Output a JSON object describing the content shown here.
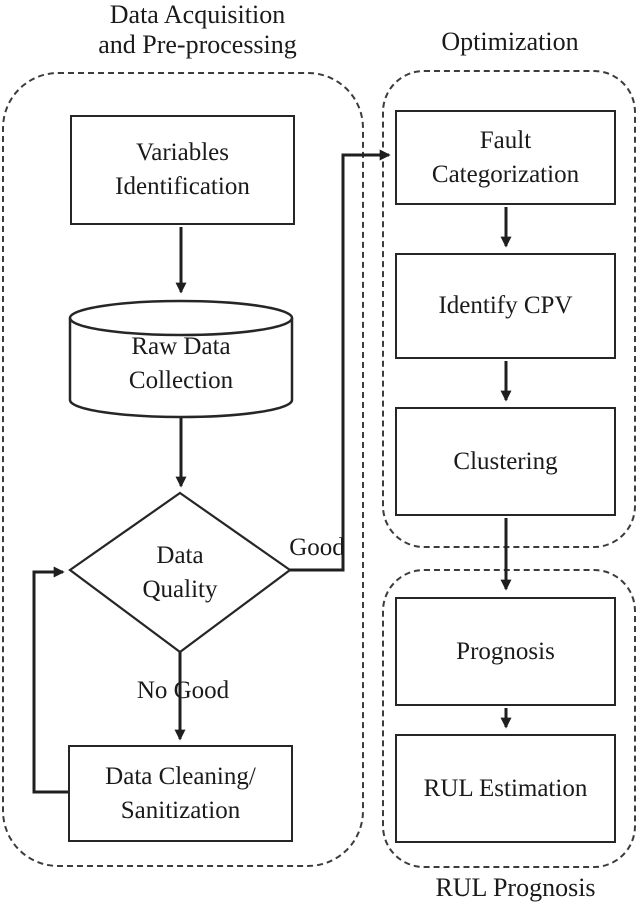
{
  "diagram": {
    "groups": {
      "preprocessing": {
        "title": "Data Acquisition\nand Pre-processing"
      },
      "optimization": {
        "title": "Optimization"
      },
      "rul_prognosis": {
        "title": "RUL Prognosis"
      }
    },
    "nodes": {
      "variables_identification": {
        "label": "Variables\nIdentification",
        "shape": "rect"
      },
      "raw_data_collection": {
        "label": "Raw Data\nCollection",
        "shape": "cylinder"
      },
      "data_quality": {
        "label": "Data\nQuality",
        "shape": "diamond"
      },
      "data_cleaning": {
        "label": "Data Cleaning/\nSanitization",
        "shape": "rect"
      },
      "fault_categorization": {
        "label": "Fault\nCategorization",
        "shape": "rect"
      },
      "identify_cpv": {
        "label": "Identify CPV",
        "shape": "rect"
      },
      "clustering": {
        "label": "Clustering",
        "shape": "rect"
      },
      "prognosis": {
        "label": "Prognosis",
        "shape": "rect"
      },
      "rul_estimation": {
        "label": "RUL Estimation",
        "shape": "rect"
      }
    },
    "edge_labels": {
      "good": "Good",
      "no_good": "No Good"
    },
    "colors": {
      "line": "#1f1f1f",
      "background": "#ffffff",
      "text": "#1a1a1a"
    }
  }
}
